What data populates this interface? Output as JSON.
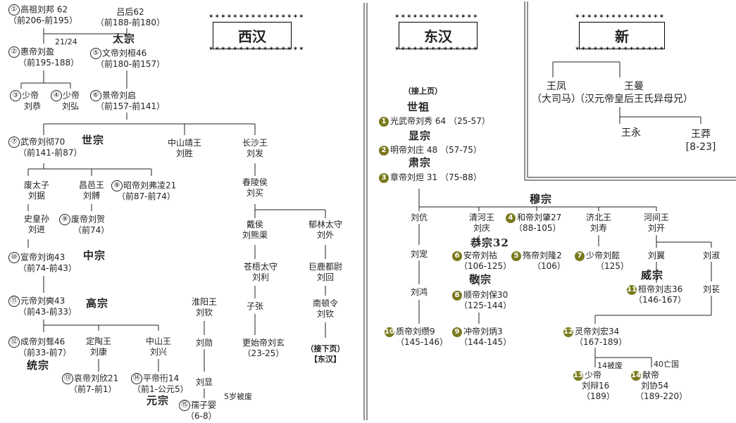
{
  "west": {
    "header": "西汉",
    "p1": {
      "num": "①",
      "name": "高祖刘邦",
      "age": "62",
      "years": "（前206-前195）"
    },
    "lv": {
      "name": "吕后62",
      "years": "（前188-前180）"
    },
    "ratio": "21/24",
    "taizong": "太宗",
    "p2": {
      "num": "②",
      "name": "惠帝刘盈",
      "years": "（前195-188）"
    },
    "p5": {
      "num": "⑤",
      "name": "文帝刘桓46",
      "years": "（前180-前157）"
    },
    "p3": {
      "num": "③",
      "name": "少帝",
      "sub": "刘恭"
    },
    "p4": {
      "num": "④",
      "name": "少帝",
      "sub": "刘弘"
    },
    "p6": {
      "num": "⑥",
      "name": "景帝刘启",
      "years": "（前157-前141）"
    },
    "p7": {
      "num": "⑦",
      "name": "武帝刘彻70",
      "years": "（前141-前87）"
    },
    "shizong": "世宗",
    "zhongshan": "中山靖王",
    "liusheng": "刘胜",
    "changsha": "长沙王",
    "liufa": "刘发",
    "feitaizi": "废太子",
    "liuju": "刘据",
    "changyi": "昌邑王",
    "liubo": "刘髆",
    "p8": {
      "num": "⑧",
      "name": "昭帝刘弗凌21",
      "years": "（前87-前74）"
    },
    "chunling": "春陵侯",
    "liumai": "刘买",
    "shihuangsun": "史皇孙",
    "liujin": "刘进",
    "p9": {
      "num": "⑨",
      "name": "废帝刘贺",
      "years": "（前74）"
    },
    "yuhou": "戴侯",
    "liuxiongqu": "刘熊渠",
    "yulin": "郁林太守",
    "liuwai": "刘外",
    "p10": {
      "num": "⑩",
      "name": "宣帝刘询43",
      "years": "（前74-前43）"
    },
    "zhongzong": "中宗",
    "cangwu": "苍梧太守",
    "liuli": "刘利",
    "julu": "巨鹿都尉",
    "liuhui": "刘回",
    "p11": {
      "num": "⑪",
      "name": "元帝刘奭43",
      "years": "（前43-前33）"
    },
    "gaozong": "高宗",
    "huaiyang": "淮阳王",
    "liuqin": "刘钦",
    "zizhang": "子张",
    "nandun": "南顿令",
    "liuqin2": "刘钦",
    "p12": {
      "num": "⑫",
      "name": "成帝刘骜46",
      "years": "（前33-前7）"
    },
    "dingtao": "定陶王",
    "liukang": "刘康",
    "zhongshan2": "中山王",
    "liuxing": "刘兴",
    "liuxun": "刘勋",
    "gengshi": "更始帝刘玄",
    "gengshi_years": "（23-25）",
    "next_page": "（接下页）",
    "next_page2": "【东汉】",
    "tongzong": "统宗",
    "p13": {
      "num": "⑬",
      "name": "哀帝刘欣21",
      "years": "（前7-前1）"
    },
    "p14": {
      "num": "⑭",
      "name": "平帝衎14",
      "years": "（前1-公元5）"
    },
    "liuxian": "刘显",
    "yuanzong": "元宗",
    "p15": {
      "num": "⑮",
      "name": "孺子婴",
      "years": "（6-8）"
    },
    "deposed": "5岁被废"
  },
  "east": {
    "header": "东汉",
    "prev_page": "（接上页）",
    "shizu": "世祖",
    "e1": {
      "num": "1",
      "name": "光武帝刘秀",
      "age": "64",
      "years": "（25-57）"
    },
    "xianzong": "显宗",
    "e2": {
      "num": "2",
      "name": "明帝刘庄",
      "age": "48",
      "years": "（57-75）"
    },
    "suzong": "肃宗",
    "e3": {
      "num": "3",
      "name": "章帝刘炟",
      "age": "31",
      "years": "（75-88）"
    },
    "muzong": "穆宗",
    "liukang": "刘伉",
    "qinghe": "清河王",
    "liuqing": "刘庆",
    "e4": {
      "num": "4",
      "name": "和帝刘肇27",
      "years": "（88-105）"
    },
    "jibei": "济北王",
    "liushou": "刘寿",
    "hejian": "河间王",
    "liukai": "刘开",
    "gongzong": "恭宗32",
    "liuchong": "刘宠",
    "e6": {
      "num": "6",
      "name": "安帝刘祜",
      "years": "（106-125）"
    },
    "e5": {
      "num": "5",
      "name": "殇帝刘隆2",
      "years": "（106）"
    },
    "e7": {
      "num": "7",
      "name": "少帝刘懿",
      "years": "（125）"
    },
    "liuyi": "刘翼",
    "liushu": "刘淑",
    "weizong": "威宗",
    "liuhong2": "刘鸿",
    "jingzong": "敬宗",
    "e8": {
      "num": "8",
      "name": "顺帝刘保30",
      "years": "（125-144）"
    },
    "e11": {
      "num": "11",
      "name": "桓帝刘志36",
      "years": "（146-167）"
    },
    "liuchang": "刘苌",
    "e10": {
      "num": "10",
      "name": "质帝刘缵9",
      "years": "（145-146）"
    },
    "e9": {
      "num": "9",
      "name": "冲帝刘炳3",
      "years": "（144-145）"
    },
    "e12": {
      "num": "12",
      "name": "灵帝刘宏34",
      "years": "（167-189）"
    },
    "deposed14": "14被废",
    "died40": "40亡国",
    "e13": {
      "num": "13",
      "name": "少帝",
      "sub": "刘辩16",
      "years": "（189）"
    },
    "e14": {
      "num": "14",
      "name": "献帝",
      "sub": "刘协54",
      "years": "（189-220）"
    }
  },
  "xin": {
    "header": "新",
    "wangfeng": "王凤",
    "wangfeng_note": "（大司马）",
    "wangman": "王曼",
    "wangman_note": "（汉元帝皇后王氏异母兄）",
    "wangyong": "王永",
    "wangmang": "王莽",
    "wangmang_years": "[8-23]"
  }
}
